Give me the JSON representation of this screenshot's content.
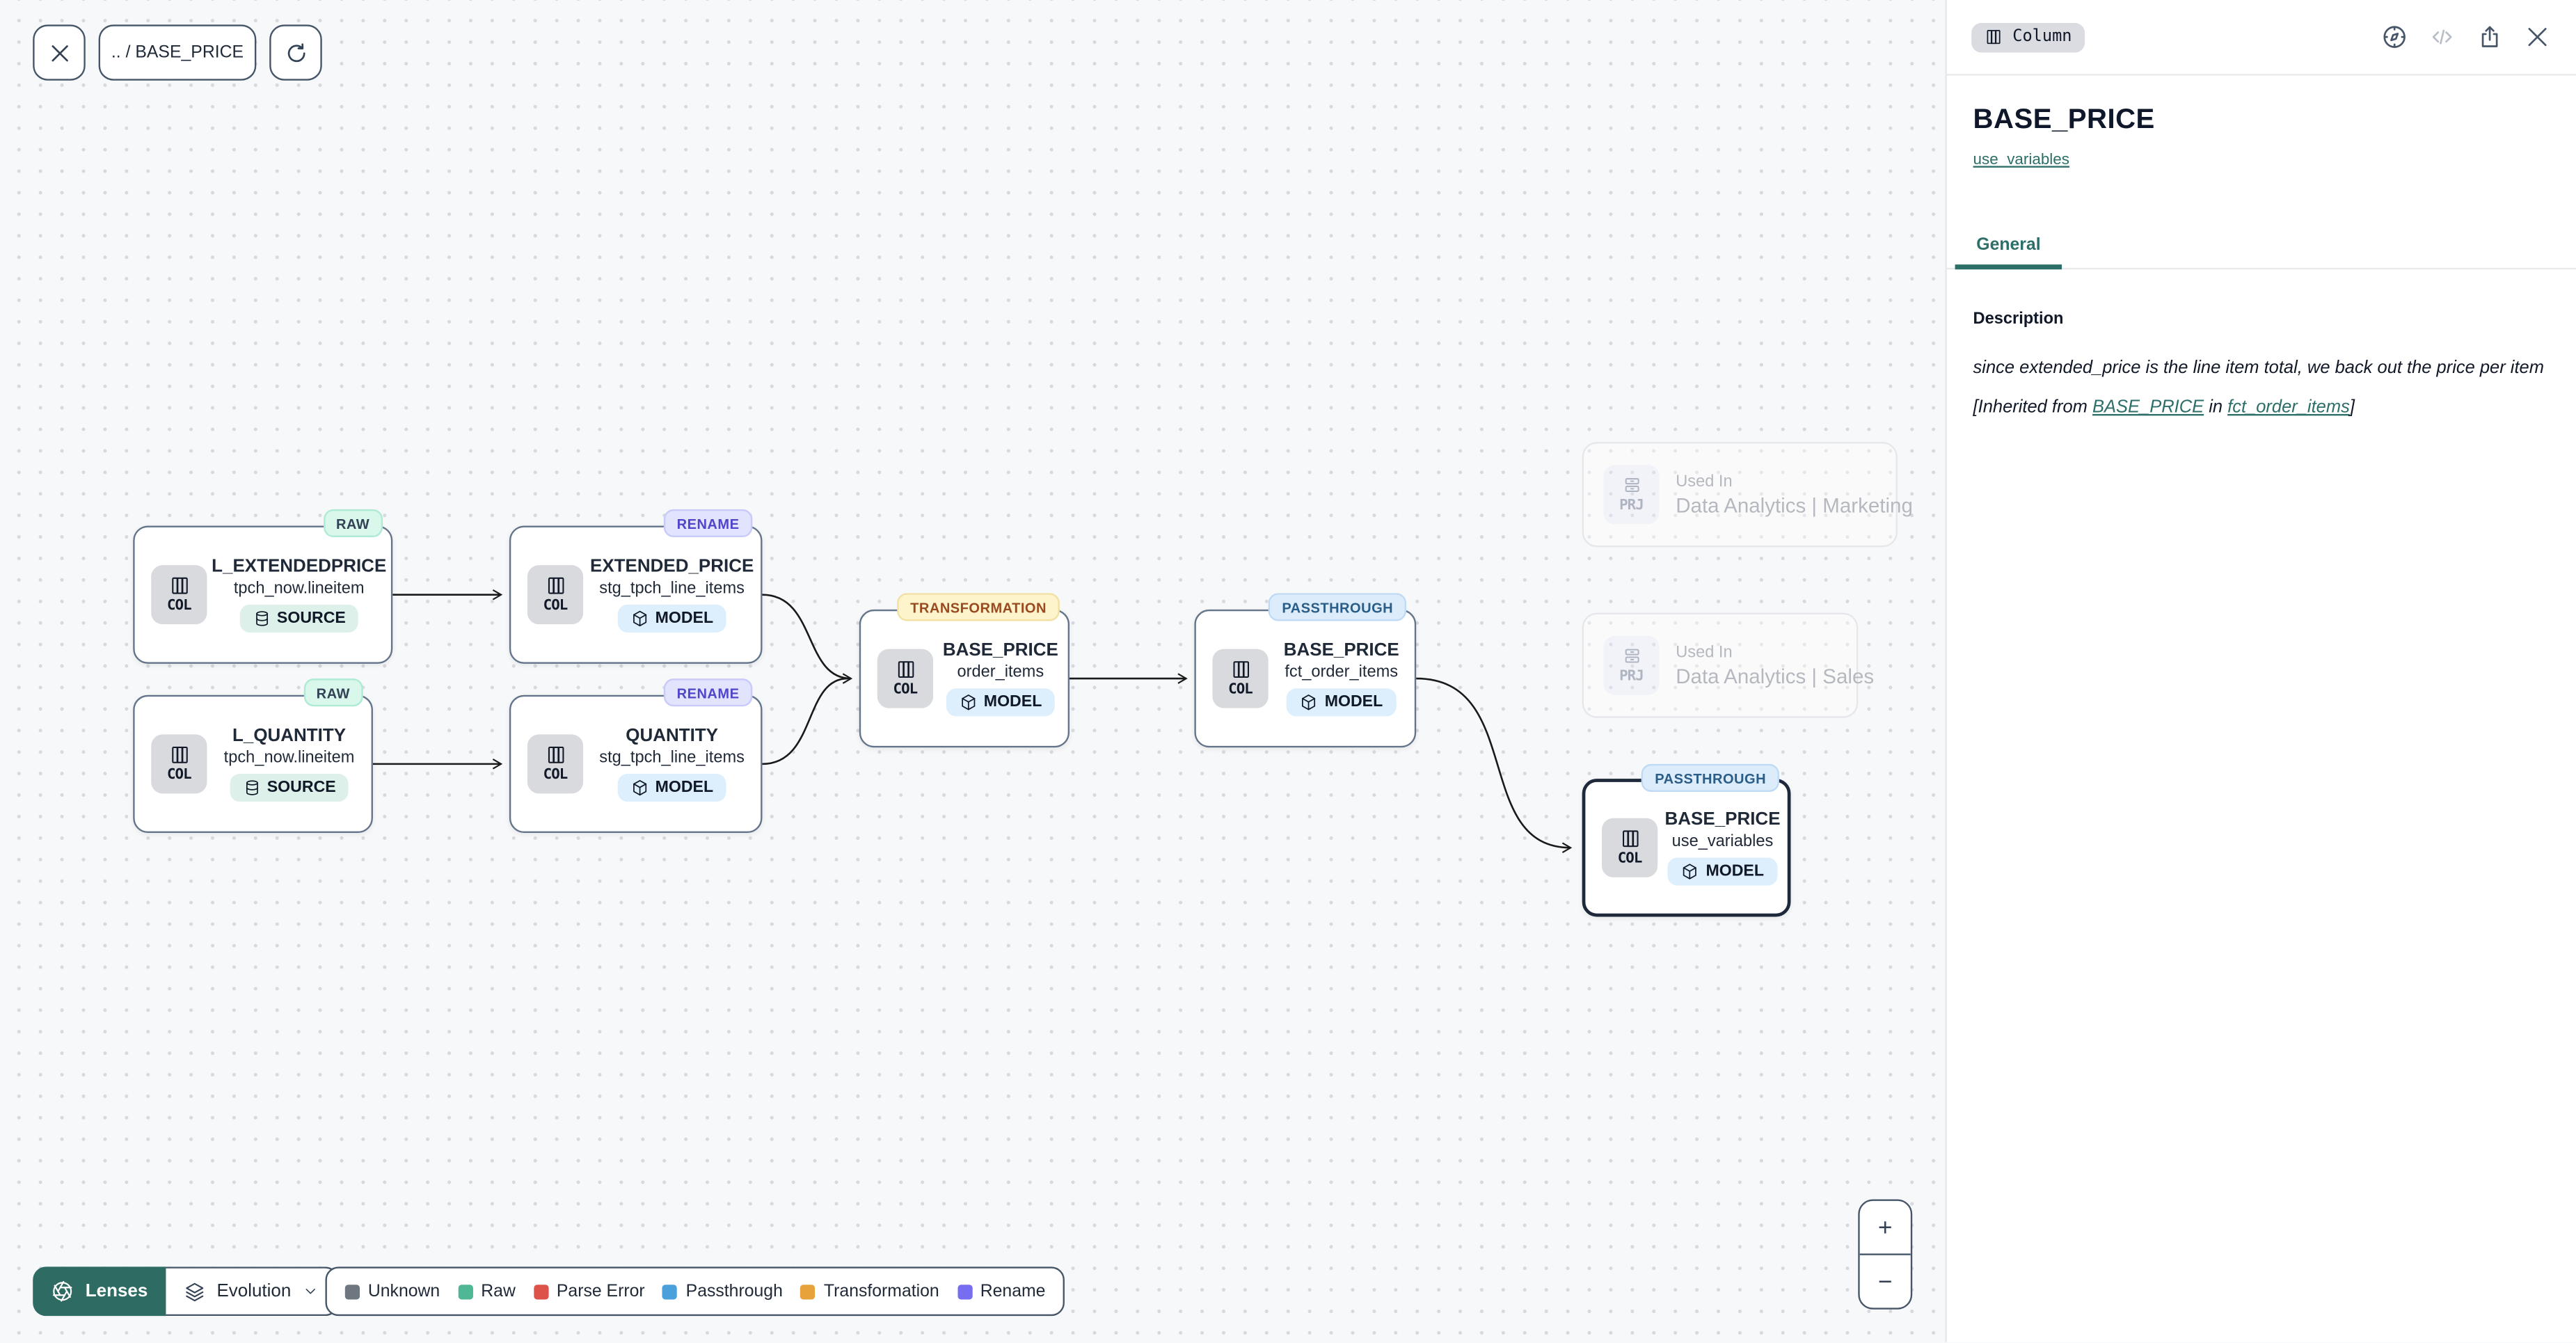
{
  "toolbar": {
    "breadcrumb": ".. / BASE_PRICE"
  },
  "canvas": {
    "nodes": [
      {
        "title": "L_EXTENDEDPRICE",
        "subtitle": "tpch_now.lineitem",
        "kind_label": "COL",
        "type_label": "SOURCE",
        "lens": "RAW"
      },
      {
        "title": "EXTENDED_PRICE",
        "subtitle": "stg_tpch_line_items",
        "kind_label": "COL",
        "type_label": "MODEL",
        "lens": "RENAME"
      },
      {
        "title": "L_QUANTITY",
        "subtitle": "tpch_now.lineitem",
        "kind_label": "COL",
        "type_label": "SOURCE",
        "lens": "RAW"
      },
      {
        "title": "QUANTITY",
        "subtitle": "stg_tpch_line_items",
        "kind_label": "COL",
        "type_label": "MODEL",
        "lens": "RENAME"
      },
      {
        "title": "BASE_PRICE",
        "subtitle": "order_items",
        "kind_label": "COL",
        "type_label": "MODEL",
        "lens": "TRANSFORMATION"
      },
      {
        "title": "BASE_PRICE",
        "subtitle": "fct_order_items",
        "kind_label": "COL",
        "type_label": "MODEL",
        "lens": "PASSTHROUGH"
      },
      {
        "title": "BASE_PRICE",
        "subtitle": "use_variables",
        "kind_label": "COL",
        "type_label": "MODEL",
        "lens": "PASSTHROUGH",
        "selected": true
      }
    ],
    "edges": [
      {
        "from": "L_EXTENDEDPRICE (tpch_now.lineitem)",
        "to": "EXTENDED_PRICE (stg_tpch_line_items)"
      },
      {
        "from": "L_QUANTITY (tpch_now.lineitem)",
        "to": "QUANTITY (stg_tpch_line_items)"
      },
      {
        "from": "EXTENDED_PRICE (stg_tpch_line_items)",
        "to": "BASE_PRICE (order_items)"
      },
      {
        "from": "QUANTITY (stg_tpch_line_items)",
        "to": "BASE_PRICE (order_items)"
      },
      {
        "from": "BASE_PRICE (order_items)",
        "to": "BASE_PRICE (fct_order_items)"
      },
      {
        "from": "BASE_PRICE (fct_order_items)",
        "to": "BASE_PRICE (use_variables)"
      }
    ],
    "used_in": [
      {
        "kind_label": "PRJ",
        "heading": "Used In",
        "name": "Data Analytics | Marketing"
      },
      {
        "kind_label": "PRJ",
        "heading": "Used In",
        "name": "Data Analytics | Sales"
      }
    ],
    "zoom": {
      "in": "+",
      "out": "−"
    }
  },
  "footer": {
    "lenses_label": "Lenses",
    "evolution_label": "Evolution",
    "legend": [
      {
        "label": "Unknown",
        "color": "#6e7680"
      },
      {
        "label": "Raw",
        "color": "#4fb795"
      },
      {
        "label": "Parse Error",
        "color": "#dd5349"
      },
      {
        "label": "Passthrough",
        "color": "#4aa0db"
      },
      {
        "label": "Transformation",
        "color": "#e8a23c"
      },
      {
        "label": "Rename",
        "color": "#776df0"
      }
    ]
  },
  "panel": {
    "type_badge": "Column",
    "title": "BASE_PRICE",
    "model_link": "use_variables",
    "tab_general": "General",
    "description": {
      "heading": "Description",
      "text": "since extended_price is the line item total, we back out the price per item",
      "inherited_prefix": "[Inherited from ",
      "inherited_link_column": "BASE_PRICE",
      "inherited_middle": " in ",
      "inherited_link_model": "fct_order_items",
      "inherited_suffix": "]"
    }
  },
  "colors": {
    "accent_teal": "#2c6e68",
    "lens_raw_bg": "#d9f7ea",
    "lens_rename_bg": "#e2e3fd",
    "lens_transformation_bg": "#fdf4cc",
    "lens_passthrough_bg": "#dcecfb",
    "canvas_bg": "#f7f8f9",
    "selected_border": "#1e293b"
  }
}
